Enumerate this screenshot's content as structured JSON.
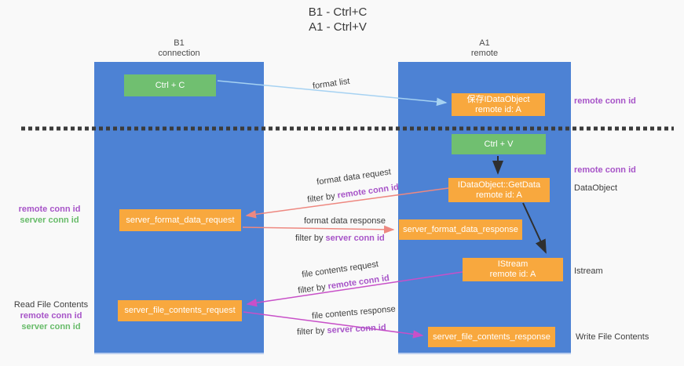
{
  "title": {
    "line1": "B1 - Ctrl+C",
    "line2": "A1 - Ctrl+V"
  },
  "lanes": {
    "b1": {
      "name": "B1",
      "subtitle": "connection"
    },
    "a1": {
      "name": "A1",
      "subtitle": "remote"
    }
  },
  "nodes": {
    "ctrl_c": {
      "label": "Ctrl + C"
    },
    "ctrl_v": {
      "label": "Ctrl + V"
    },
    "save_dataobject": {
      "line1": "保存IDataObject",
      "line2": "remote id: A"
    },
    "getdata": {
      "line1": "IDataObject::GetData",
      "line2": "remote id: A"
    },
    "istream": {
      "line1": "IStream",
      "line2": "remote id: A"
    },
    "server_format_data_request": {
      "label": "server_format_data_request"
    },
    "server_format_data_response": {
      "label": "server_format_data_response"
    },
    "server_file_contents_request": {
      "label": "server_file_contents_request"
    },
    "server_file_contents_response": {
      "label": "server_file_contents_response"
    }
  },
  "flow_labels": {
    "format_list": "format list",
    "format_data_request": "format data request",
    "format_data_response": "format data response",
    "file_contents_request": "file contents request",
    "file_contents_response": "file contents response",
    "filter_by": "filter by",
    "remote_conn_id": "remote conn id",
    "server_conn_id": "server conn id"
  },
  "side_labels": {
    "left_format": {
      "remote": "remote conn id",
      "server": "server conn id"
    },
    "left_file": {
      "title": "Read File Contents",
      "remote": "remote conn id",
      "server": "server conn id"
    },
    "right": {
      "remote_conn_id_top": "remote conn id",
      "remote_conn_id_mid": "remote conn id",
      "dataobject": "DataObject",
      "istream": "Istream",
      "write_file_contents": "Write File Contents"
    }
  },
  "colors": {
    "lane_blue": "#4d82d4",
    "node_orange": "#f8a83e",
    "node_green": "#70bf70",
    "conn_purple": "#a754c8",
    "conn_green": "#67bb69",
    "arrow_salmon": "#ee8880",
    "arrow_magenta": "#c850c8",
    "arrow_lightblue": "#a6d2f2",
    "arrow_black": "#2f2f2f",
    "divider_dark": "#3b3b3b"
  }
}
